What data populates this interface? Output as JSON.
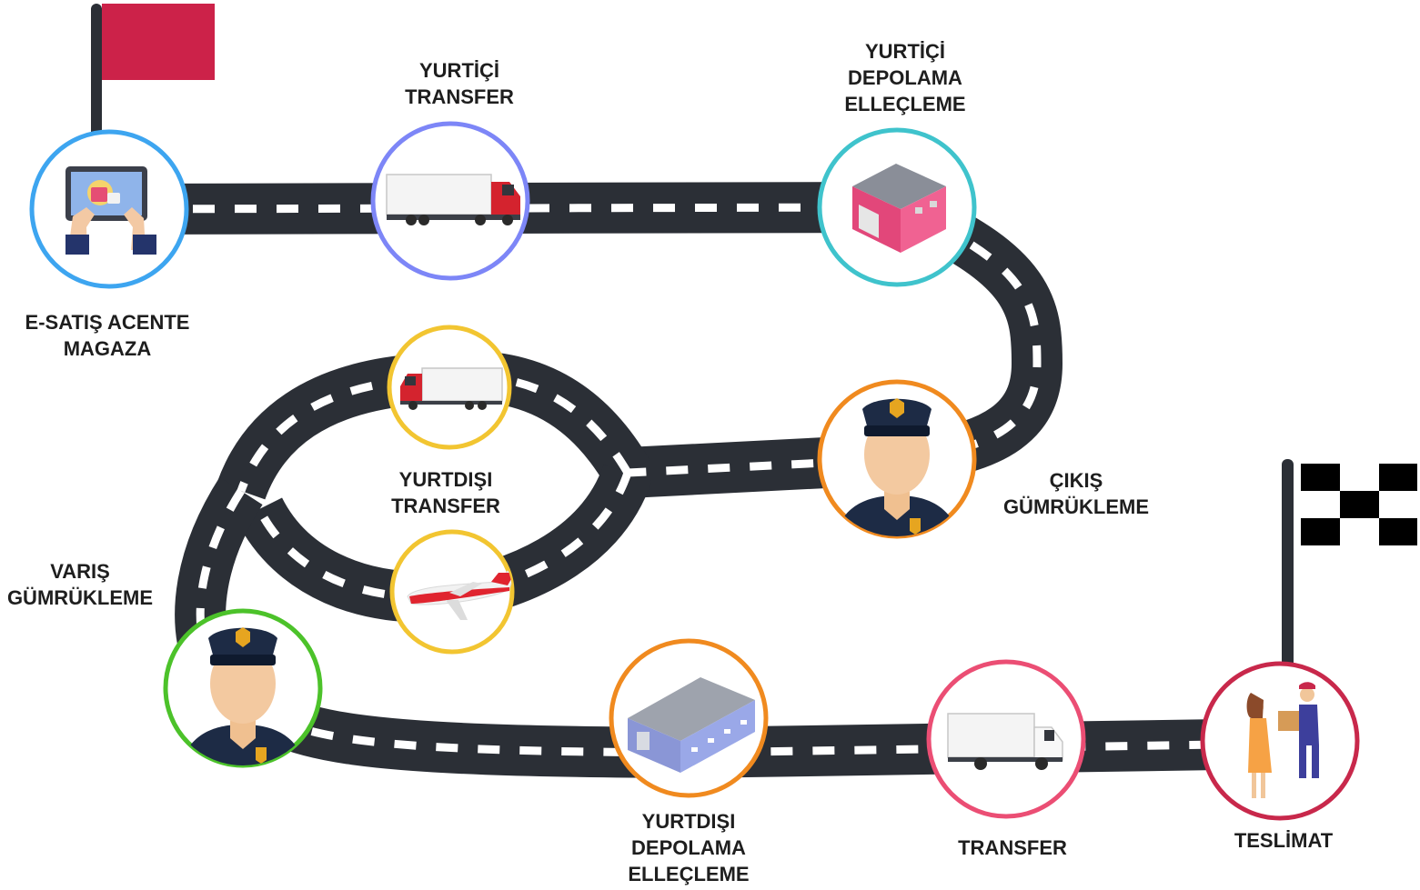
{
  "stages": [
    {
      "id": "esatis",
      "lines": [
        "E-SATIŞ ACENTE",
        "MAGAZA"
      ],
      "ring": "#3da5f0",
      "icon": "tablet-shopping-icon"
    },
    {
      "id": "yurtici-transfer",
      "lines": [
        "YURTİÇİ",
        "TRANSFER"
      ],
      "ring": "#7d86f7",
      "icon": "red-truck-icon"
    },
    {
      "id": "yurtici-depolama",
      "lines": [
        "YURTİÇİ",
        "DEPOLAMA",
        "ELLEÇLEME"
      ],
      "ring": "#3fc3cc",
      "icon": "pink-warehouse-icon"
    },
    {
      "id": "cikis-gumrukleme",
      "lines": [
        "ÇIKIŞ",
        "GÜMRÜKLEME"
      ],
      "ring": "#f08a1f",
      "icon": "customs-officer-icon"
    },
    {
      "id": "yurtdisi-transfer",
      "lines": [
        "YURTDIŞI",
        "TRANSFER"
      ],
      "ring": "#f2c531",
      "icon": "truck-and-airplane-icon"
    },
    {
      "id": "varis-gumrukleme",
      "lines": [
        "VARIŞ",
        "GÜMRÜKLEME"
      ],
      "ring": "#4cc22a",
      "icon": "customs-officer-icon"
    },
    {
      "id": "yurtdisi-depolama",
      "lines": [
        "YURTDIŞI",
        "DEPOLAMA",
        "ELLEÇLEME"
      ],
      "ring": "#f08a1f",
      "icon": "blue-warehouse-icon"
    },
    {
      "id": "transfer",
      "lines": [
        "TRANSFER"
      ],
      "ring": "#eb4e74",
      "icon": "white-truck-icon"
    },
    {
      "id": "teslimat",
      "lines": [
        "TESLİMAT"
      ],
      "ring": "#c8284b",
      "icon": "package-delivery-icon"
    }
  ],
  "colors": {
    "road": "#2b2f36",
    "road_marking": "#ffffff",
    "start_flag": "#cc2249",
    "finish_flag": "#000000"
  }
}
